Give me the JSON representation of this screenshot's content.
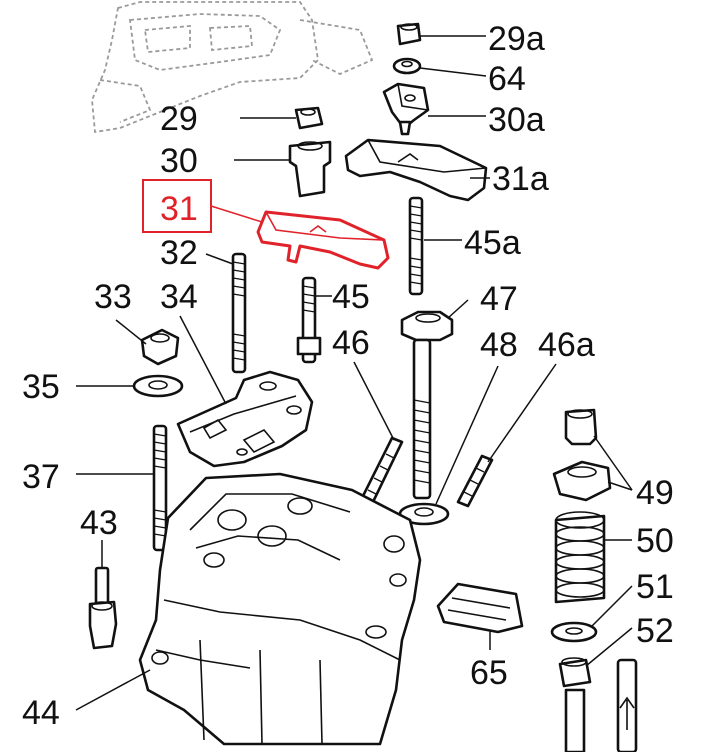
{
  "highlighted_part": "31",
  "colors": {
    "highlight": "#e0232a",
    "ink": "#111111",
    "background": "#ffffff",
    "faint": "#9a9a9a"
  },
  "callouts": {
    "p29a": "29a",
    "p64": "64",
    "p30a": "30a",
    "p31a": "31a",
    "p45a": "45a",
    "p29": "29",
    "p30": "30",
    "p31": "31",
    "p32": "32",
    "p33": "33",
    "p34": "34",
    "p45": "45",
    "p47": "47",
    "p46": "46",
    "p48": "48",
    "p46a": "46a",
    "p35": "35",
    "p37": "37",
    "p43": "43",
    "p49": "49",
    "p50": "50",
    "p51": "51",
    "p52": "52",
    "p65": "65",
    "p44": "44"
  }
}
